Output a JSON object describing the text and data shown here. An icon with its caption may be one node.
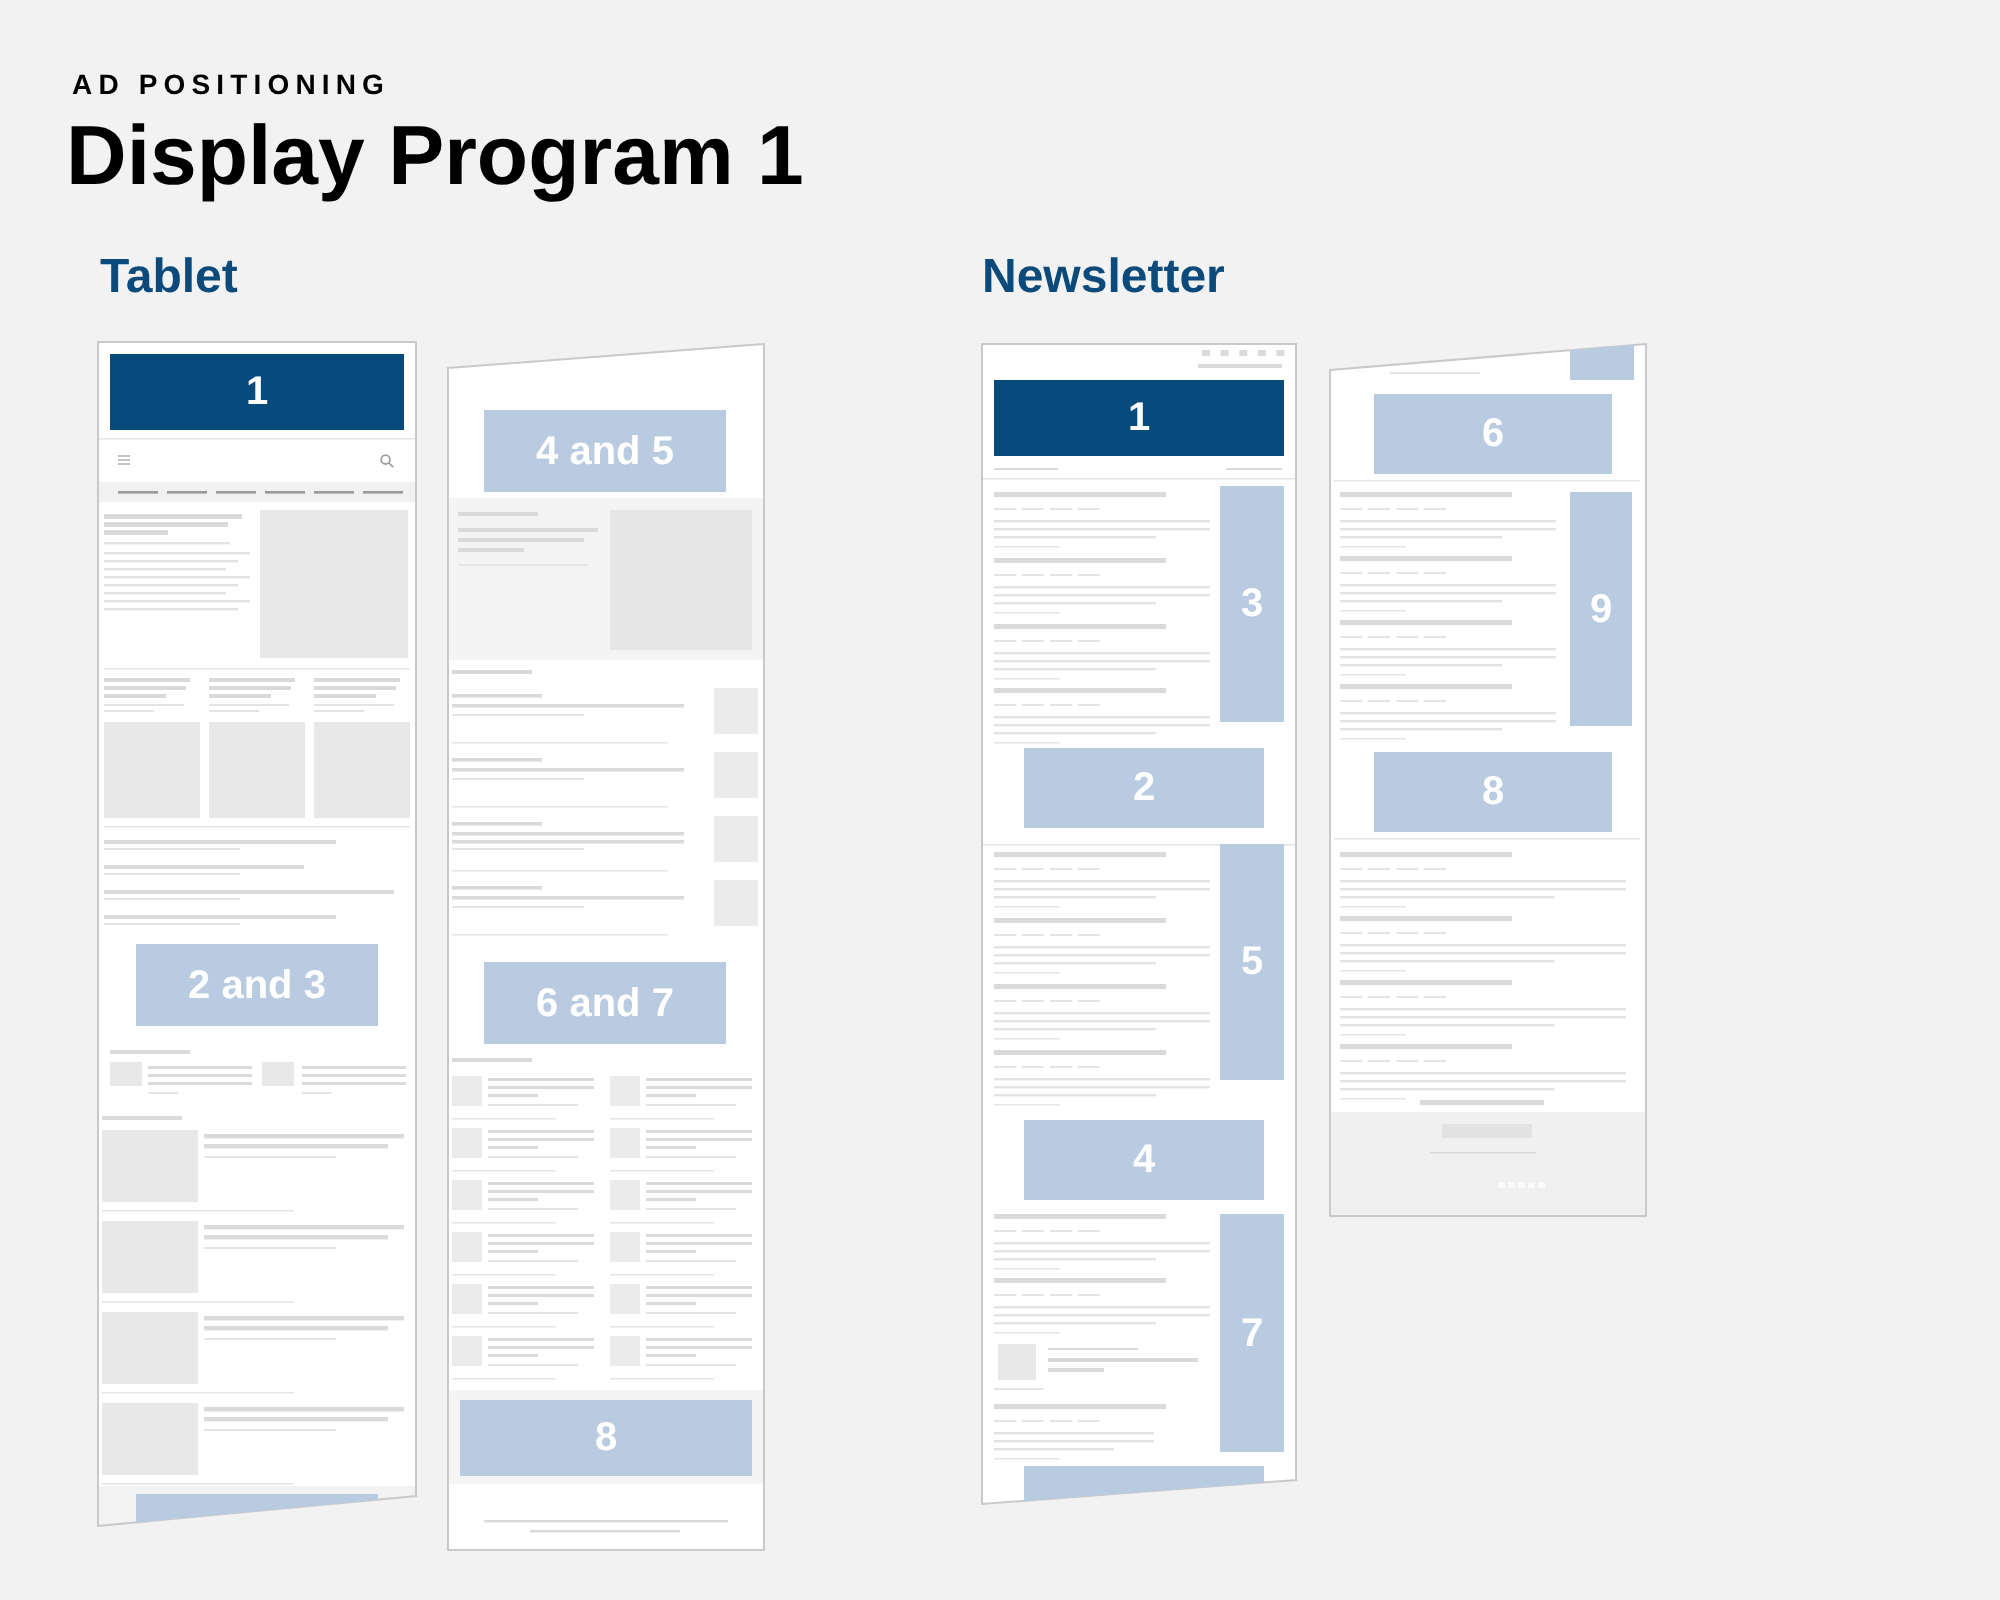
{
  "diagram": {
    "title": "Display Program 1",
    "nodes": [
      {
        "text": [],
        "shape": "box"
      },
      {
        "text": [
          "1"
        ],
        "in": 0
      },
      {
        "text": [
          "2 and 3"
        ],
        "in": 0
      },
      {
        "text": [],
        "shape": "box",
        "in": 0
      },
      {
        "text": [],
        "shape": "box"
      },
      {
        "text": [
          "4 and 5"
        ],
        "in": 4
      },
      {
        "text": [
          "6 and 7"
        ],
        "in": 4
      },
      {
        "text": [
          "8"
        ],
        "in": 4
      },
      {
        "text": [],
        "shape": "box"
      },
      {
        "text": [
          "1"
        ],
        "in": 8
      },
      {
        "text": [
          "3"
        ],
        "in": 8
      },
      {
        "text": [
          "2"
        ],
        "in": 8
      },
      {
        "text": [
          "5"
        ],
        "in": 8
      },
      {
        "text": [
          "4"
        ],
        "in": 8
      },
      {
        "text": [
          "7"
        ],
        "in": 8
      },
      {
        "text": [],
        "shape": "box",
        "in": 8
      },
      {
        "text": [],
        "shape": "box"
      },
      {
        "text": [],
        "shape": "box",
        "in": 16
      },
      {
        "text": [
          "6"
        ],
        "in": 16
      },
      {
        "text": [
          "9"
        ],
        "in": 16
      },
      {
        "text": [
          "8"
        ],
        "in": 16
      }
    ],
    "labels": [
      "AD POSITIONING",
      "Tablet",
      "Newsletter"
    ]
  }
}
